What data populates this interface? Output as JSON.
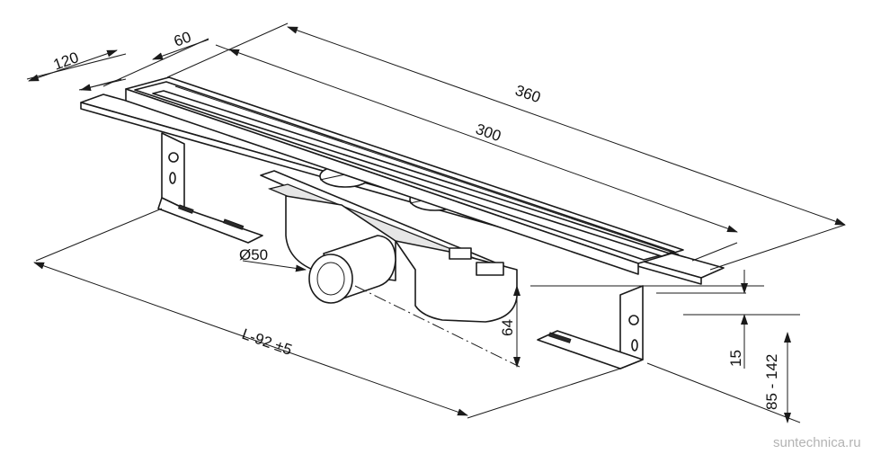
{
  "dimensions": {
    "width_120": "120",
    "width_60": "60",
    "length_360": "360",
    "length_300": "300",
    "diameter": "Ø50",
    "length_adjust": "L-92 ±5",
    "height_64": "64",
    "height_15": "15",
    "height_85_142": "85 - 142"
  },
  "watermark": "suntechnica.ru",
  "colors": {
    "line": "#1a1a1a",
    "background": "#ffffff",
    "watermark": "#b3b3b3"
  }
}
